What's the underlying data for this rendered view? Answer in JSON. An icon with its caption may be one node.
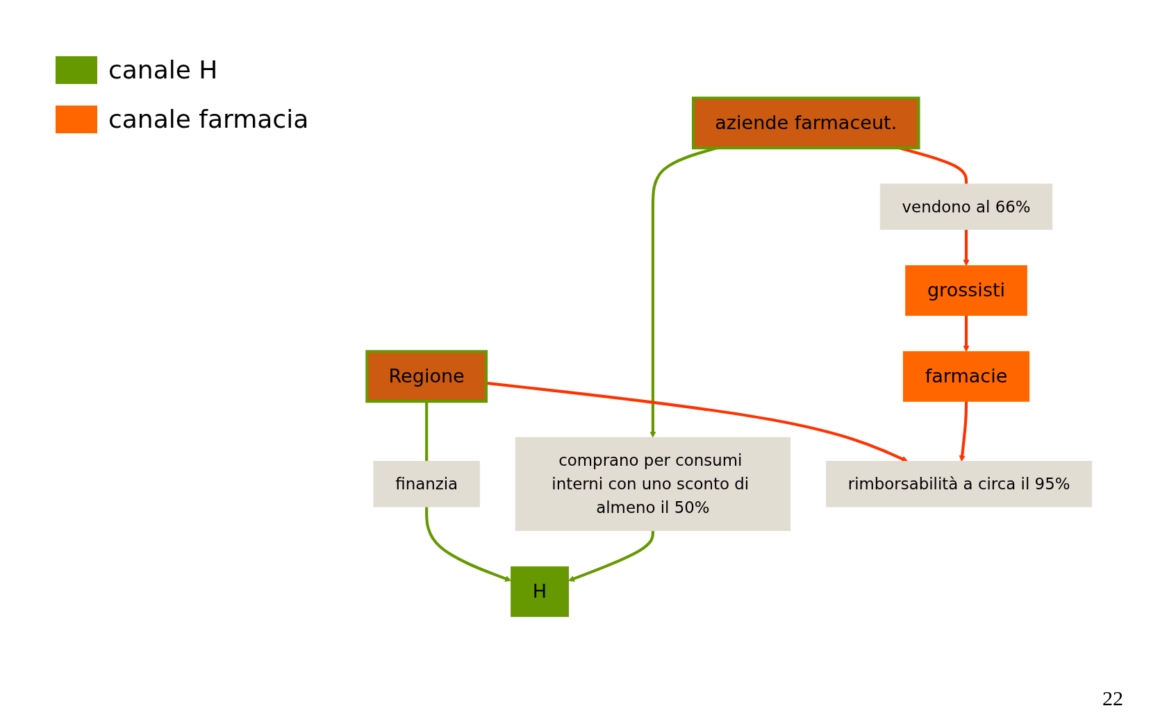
{
  "diagram": {
    "nodes": [
      {
        "text": [
          "Regione"
        ]
      },
      {
        "text": [
          "finanzia"
        ]
      },
      {
        "text": [
          "H"
        ]
      },
      {
        "text": [
          "aziende farmaceut."
        ]
      },
      {
        "text": [
          "comprano per consumi interni con uno sconto di almeno il 50%"
        ]
      },
      {
        "text": [
          "rimborsabilità a circa il 95%"
        ]
      },
      {
        "text": [
          "vendono al 66%"
        ]
      },
      {
        "text": [
          "grossisti"
        ]
      },
      {
        "text": [
          "farmacie"
        ]
      }
    ],
    "edges": [
      {
        "from": 0,
        "to": 1,
        "arrow": "none",
        "color": "#669900"
      },
      {
        "from": 1,
        "to": 2,
        "arrow": "to",
        "color": "#669900"
      },
      {
        "from": 3,
        "to": 4,
        "arrow": "to",
        "color": "#669900"
      },
      {
        "from": 4,
        "to": 2,
        "arrow": "to",
        "color": "#669900"
      },
      {
        "from": 0,
        "to": 5,
        "arrow": "to"
      },
      {
        "from": 3,
        "to": 6,
        "arrow": "none"
      },
      {
        "from": 6,
        "to": 7,
        "arrow": "to"
      },
      {
        "from": 7,
        "to": 8,
        "arrow": "to"
      },
      {
        "from": 8,
        "to": 5,
        "arrow": "to"
      }
    ],
    "labels": [
      "22"
    ],
    "legend": [
      {
        "text": "canale H",
        "color": "#669900"
      },
      {
        "text": "canale farmacia",
        "color": "#ff6600"
      }
    ]
  }
}
